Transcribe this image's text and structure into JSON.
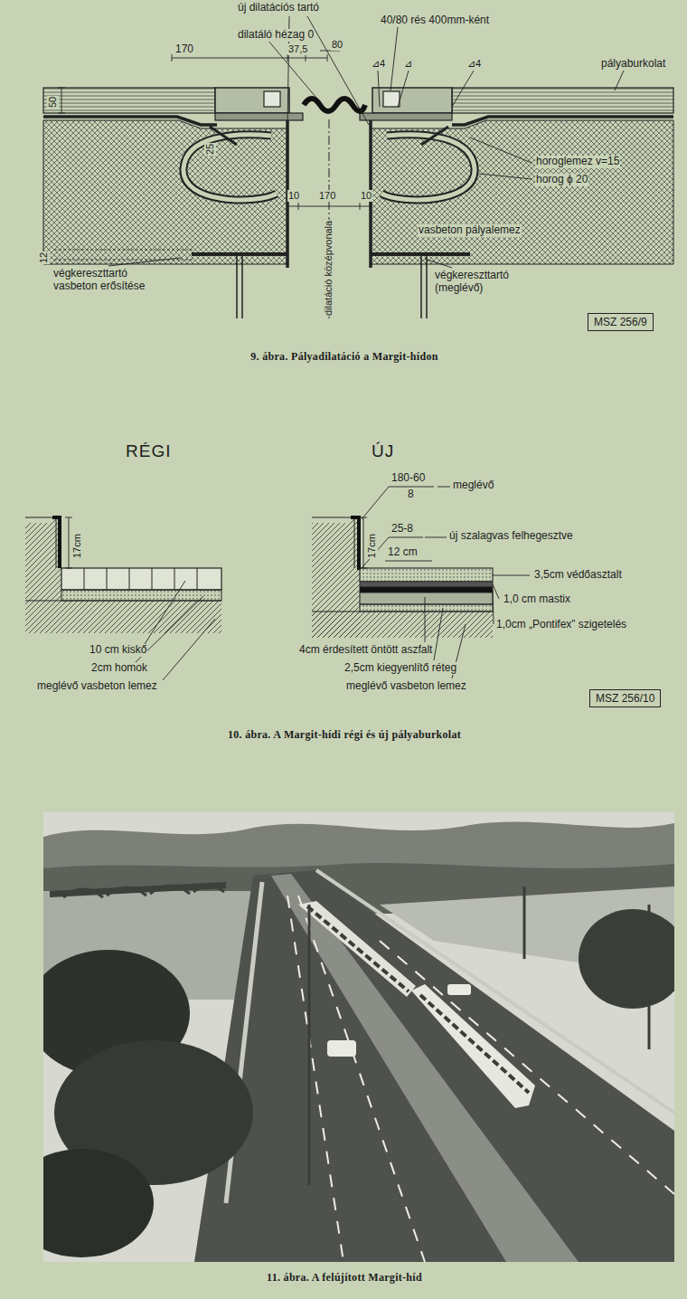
{
  "diagram": {
    "nodes": [
      {
        "text": [
          "MSZ 256/9"
        ]
      },
      {
        "text": [
          "MSZ 256/10"
        ]
      }
    ],
    "labels": [
      "új dilatációs tartó",
      "40/80 rés 400mm-ként",
      "dilatáló hézag 0",
      "80",
      "170",
      "37,5",
      "⊿4",
      "⊿",
      "⊿4",
      "pályaburkolat",
      "50",
      "25",
      "horoglemez v=15",
      "horog ϕ 20",
      "10",
      "170",
      "10",
      "vasbeton pályalemez",
      "12",
      "dilatáció középvonala",
      "végkereszttartó vasbeton erősítése",
      "végkereszttartó (meglévő)",
      "9. ábra. Pályadilatáció a Margit-hídon",
      "RÉGI",
      "ÚJ",
      "17cm",
      "10 cm kiskő",
      "2cm homok",
      "meglévő vasbeton lemez",
      "180-60",
      "8",
      "meglévő",
      "25-8",
      "új szalagvas felhegesztve",
      "17cm",
      "12 cm",
      "3,5cm védőasztalt",
      "1,0 cm mastix",
      "1,0cm „Pontifex” szigetelés",
      "4cm érdesített öntött aszfalt",
      "2,5cm kiegyenlítő réteg",
      "meglévő vasbeton lemez",
      "10. ábra. A Margit-hídi régi és új pályaburkolat",
      "11. ábra. A felújított Margit-híd"
    ]
  }
}
